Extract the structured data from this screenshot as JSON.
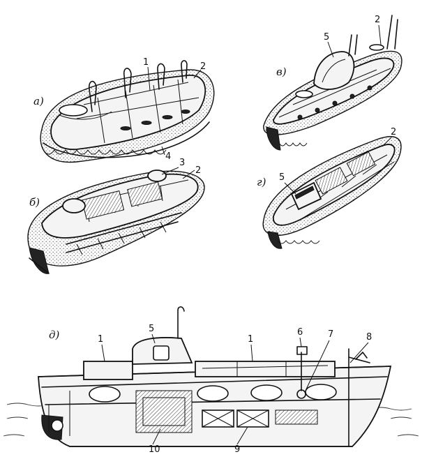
{
  "views": [
    {
      "id": "a",
      "label": "а)"
    },
    {
      "id": "b",
      "label": "б)"
    },
    {
      "id": "v",
      "label": "в)"
    },
    {
      "id": "g",
      "label": "г)"
    },
    {
      "id": "d",
      "label": "д)"
    }
  ],
  "callouts": {
    "a_1": "1",
    "a_2": "2",
    "a_4": "4",
    "b_2": "2",
    "b_3": "3",
    "v_2": "2",
    "v_5": "5",
    "g_2": "2",
    "g_5": "5",
    "d_1a": "1",
    "d_1b": "1",
    "d_5": "5",
    "d_6": "6",
    "d_7": "7",
    "d_8": "8",
    "d_9": "9",
    "d_10": "10"
  }
}
